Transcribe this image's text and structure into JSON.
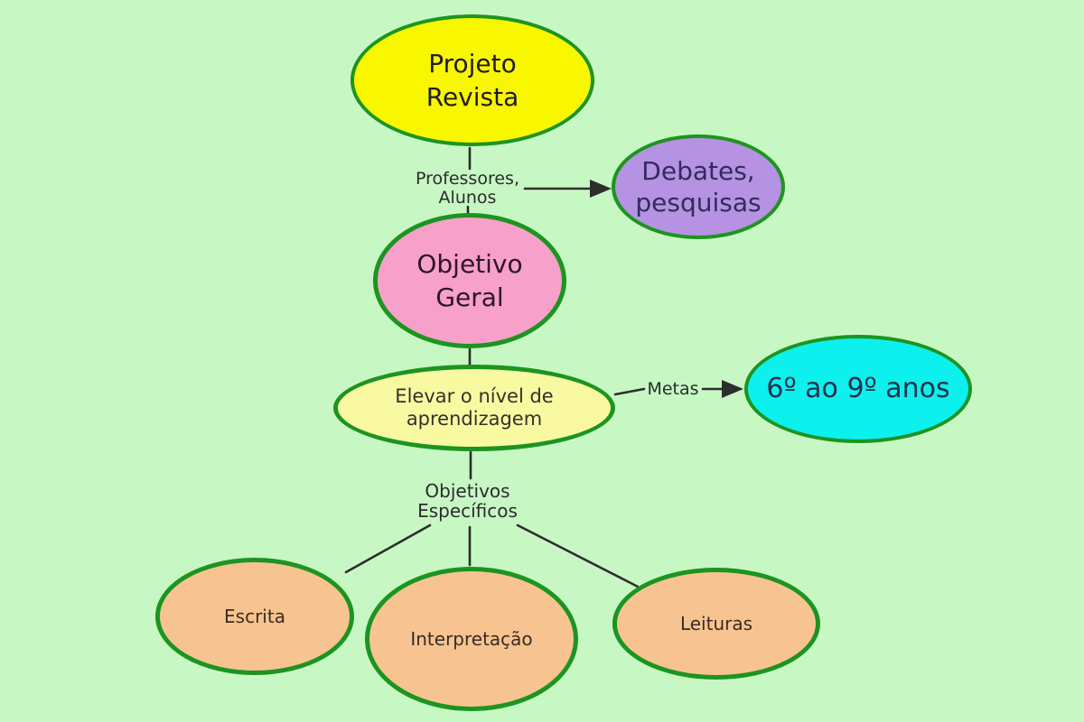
{
  "theme": {
    "background": "#c7f8c4",
    "ellipse_border": "#1d9420",
    "connector": "#2d2d2d",
    "default_text": "#2b2b2b"
  },
  "diagram": {
    "type": "concept-map",
    "nodes": [
      {
        "id": "projeto-revista",
        "lines": [
          "Projeto",
          "Revista"
        ],
        "fill": "#f8f700",
        "text_color": "#221c22"
      },
      {
        "id": "debates-pesquisas",
        "lines": [
          "Debates,",
          "pesquisas"
        ],
        "fill": "#b592e2",
        "text_color": "#342a5e"
      },
      {
        "id": "objetivo-geral",
        "lines": [
          "Objetivo",
          "Geral"
        ],
        "fill": "#f7a0c9",
        "text_color": "#2d1527"
      },
      {
        "id": "elevar-nivel",
        "lines": [
          "Elevar o nível de aprendizagem"
        ],
        "fill": "#f9f9a2",
        "text_color": "#33322a"
      },
      {
        "id": "anos-6-9",
        "lines": [
          "6º ao 9º anos"
        ],
        "fill": "#0cf0ee",
        "text_color": "#20324a"
      },
      {
        "id": "escrita",
        "lines": [
          "Escrita"
        ],
        "fill": "#f7c491",
        "text_color": "#3a2c20"
      },
      {
        "id": "interpretacao",
        "lines": [
          "Interpretação"
        ],
        "fill": "#f7c491",
        "text_color": "#3a2c20"
      },
      {
        "id": "leituras",
        "lines": [
          "Leituras"
        ],
        "fill": "#f7c491",
        "text_color": "#3a2c20"
      }
    ],
    "edge_labels": {
      "professores_alunos": {
        "lines": [
          "Professores,",
          "Alunos"
        ]
      },
      "metas": {
        "lines": [
          "Metas"
        ]
      },
      "objetivos_especificos": {
        "lines": [
          "Objetivos",
          "Específicos"
        ]
      }
    }
  }
}
